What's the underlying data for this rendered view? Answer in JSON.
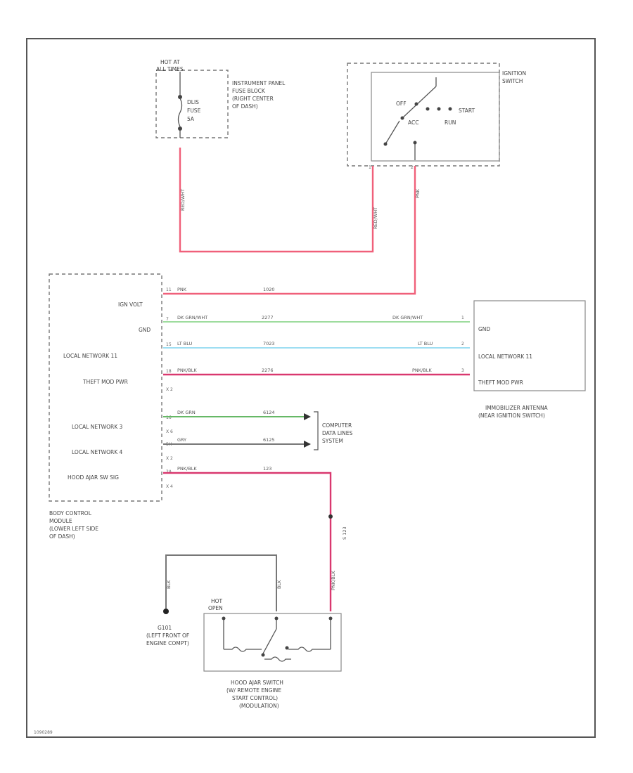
{
  "colors": {
    "red": "#f0607a",
    "pink": "#d9386f",
    "green": "#7ed07e",
    "blue": "#7fd4ee",
    "gray": "#777777",
    "green_dark": "#66b866"
  },
  "fuse_block": {
    "hot_label_1": "HOT AT",
    "hot_label_2": "ALL TIMES",
    "fuse_name": "DLIS",
    "fuse_label": "FUSE",
    "fuse_amp": "5A",
    "desc_1": "INSTRUMENT PANEL",
    "desc_2": "FUSE BLOCK",
    "desc_3": "(RIGHT CENTER",
    "desc_4": "OF DASH)",
    "wire_color": "RED/WHT"
  },
  "ignition": {
    "label_1": "IGNITION",
    "label_2": "SWITCH",
    "off": "OFF",
    "acc": "ACC",
    "start": "START",
    "run": "RUN",
    "wire_in": "RED/WHT",
    "wire_out": "PNK"
  },
  "bcm": {
    "pins": [
      {
        "name": "IGN VOLT",
        "pin": "11",
        "color": "PNK",
        "circuit": "1020"
      },
      {
        "name": "GND",
        "pin": "7",
        "color": "DK GRN/WHT",
        "circuit": "2277"
      },
      {
        "name": "LOCAL NETWORK 11",
        "pin": "15",
        "color": "LT BLU",
        "circuit": "7023"
      },
      {
        "name": "THEFT MOD PWR",
        "pin": "18",
        "color": "PNK/BLK",
        "circuit": "2276"
      }
    ],
    "connector_x2": "X 2",
    "pins_b": [
      {
        "name": "LOCAL NETWORK 3",
        "pin": "16",
        "color": "DK GRN",
        "circuit": "6124",
        "conn": "X 6"
      },
      {
        "name": "LOCAL NETWORK 4",
        "pin": "5H",
        "color": "GRY",
        "circuit": "6125",
        "conn": "X 2"
      },
      {
        "name": "HOOD AJAR SW SIG",
        "pin": "2A",
        "color": "PNK/BLK",
        "circuit": "123",
        "conn": "X 4"
      }
    ],
    "label_1": "BODY CONTROL",
    "label_2": "MODULE",
    "label_3": "(LOWER LEFT SIDE",
    "label_4": "OF DASH)"
  },
  "antenna": {
    "pins": [
      "GND",
      "LOCAL NETWORK 11",
      "THEFT MOD PWR"
    ],
    "gnd_color": "DK GRN/WHT",
    "net_color": "LT BLU",
    "pwr_color": "PNK/BLK",
    "label_1": "IMMOBILIZER ANTENNA",
    "label_2": "(NEAR IGNITION SWITCH)"
  },
  "data_lines": {
    "label_1": "COMPUTER",
    "label_2": "DATA LINES",
    "label_3": "SYSTEM"
  },
  "splice": "S 123",
  "ground": {
    "name": "G101",
    "desc_1": "(LEFT FRONT OF",
    "desc_2": "ENGINE COMPT)",
    "wire_color": "BLK"
  },
  "hood_switch": {
    "hot_1": "HOT",
    "hot_2": "OPEN",
    "wire_blk": "BLK",
    "wire_pnk": "PNK/BLK",
    "label_1": "HOOD AJAR SWITCH",
    "label_2": "(W/ REMOTE ENGINE",
    "label_3": "START CONTROL)",
    "label_4": "(MODULATION)"
  },
  "figure_id": "1090289"
}
